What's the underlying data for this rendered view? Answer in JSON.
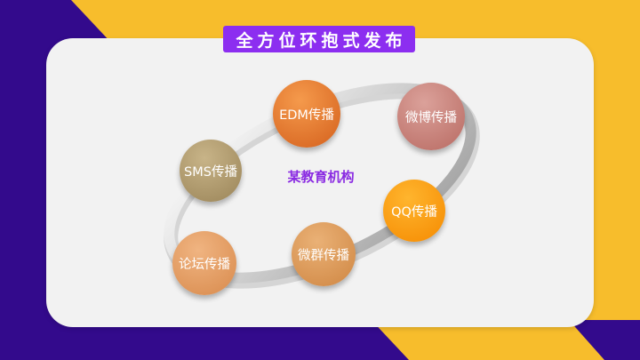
{
  "header": {
    "title": "全方位环抱式发布"
  },
  "center_label": "某教育机构",
  "nodes": [
    {
      "label": "EDM传播",
      "color_light": "#f59a4c",
      "color_dark": "#d4601c"
    },
    {
      "label": "微博传播",
      "color_light": "#dba19a",
      "color_dark": "#b86a62"
    },
    {
      "label": "QQ传播",
      "color_light": "#ffb52e",
      "color_dark": "#f58a00"
    },
    {
      "label": "微群传播",
      "color_light": "#eab176",
      "color_dark": "#cf8642"
    },
    {
      "label": "论坛传播",
      "color_light": "#f0b481",
      "color_dark": "#d88a4c"
    },
    {
      "label": "SMS传播",
      "color_light": "#c8b488",
      "color_dark": "#9a8458"
    }
  ],
  "colors": {
    "background": "#f7bd2c",
    "corner_purple": "#330a8c",
    "badge": "#8c2ef0",
    "panel": "#f2f2f2",
    "center_text": "#8a2be2"
  }
}
